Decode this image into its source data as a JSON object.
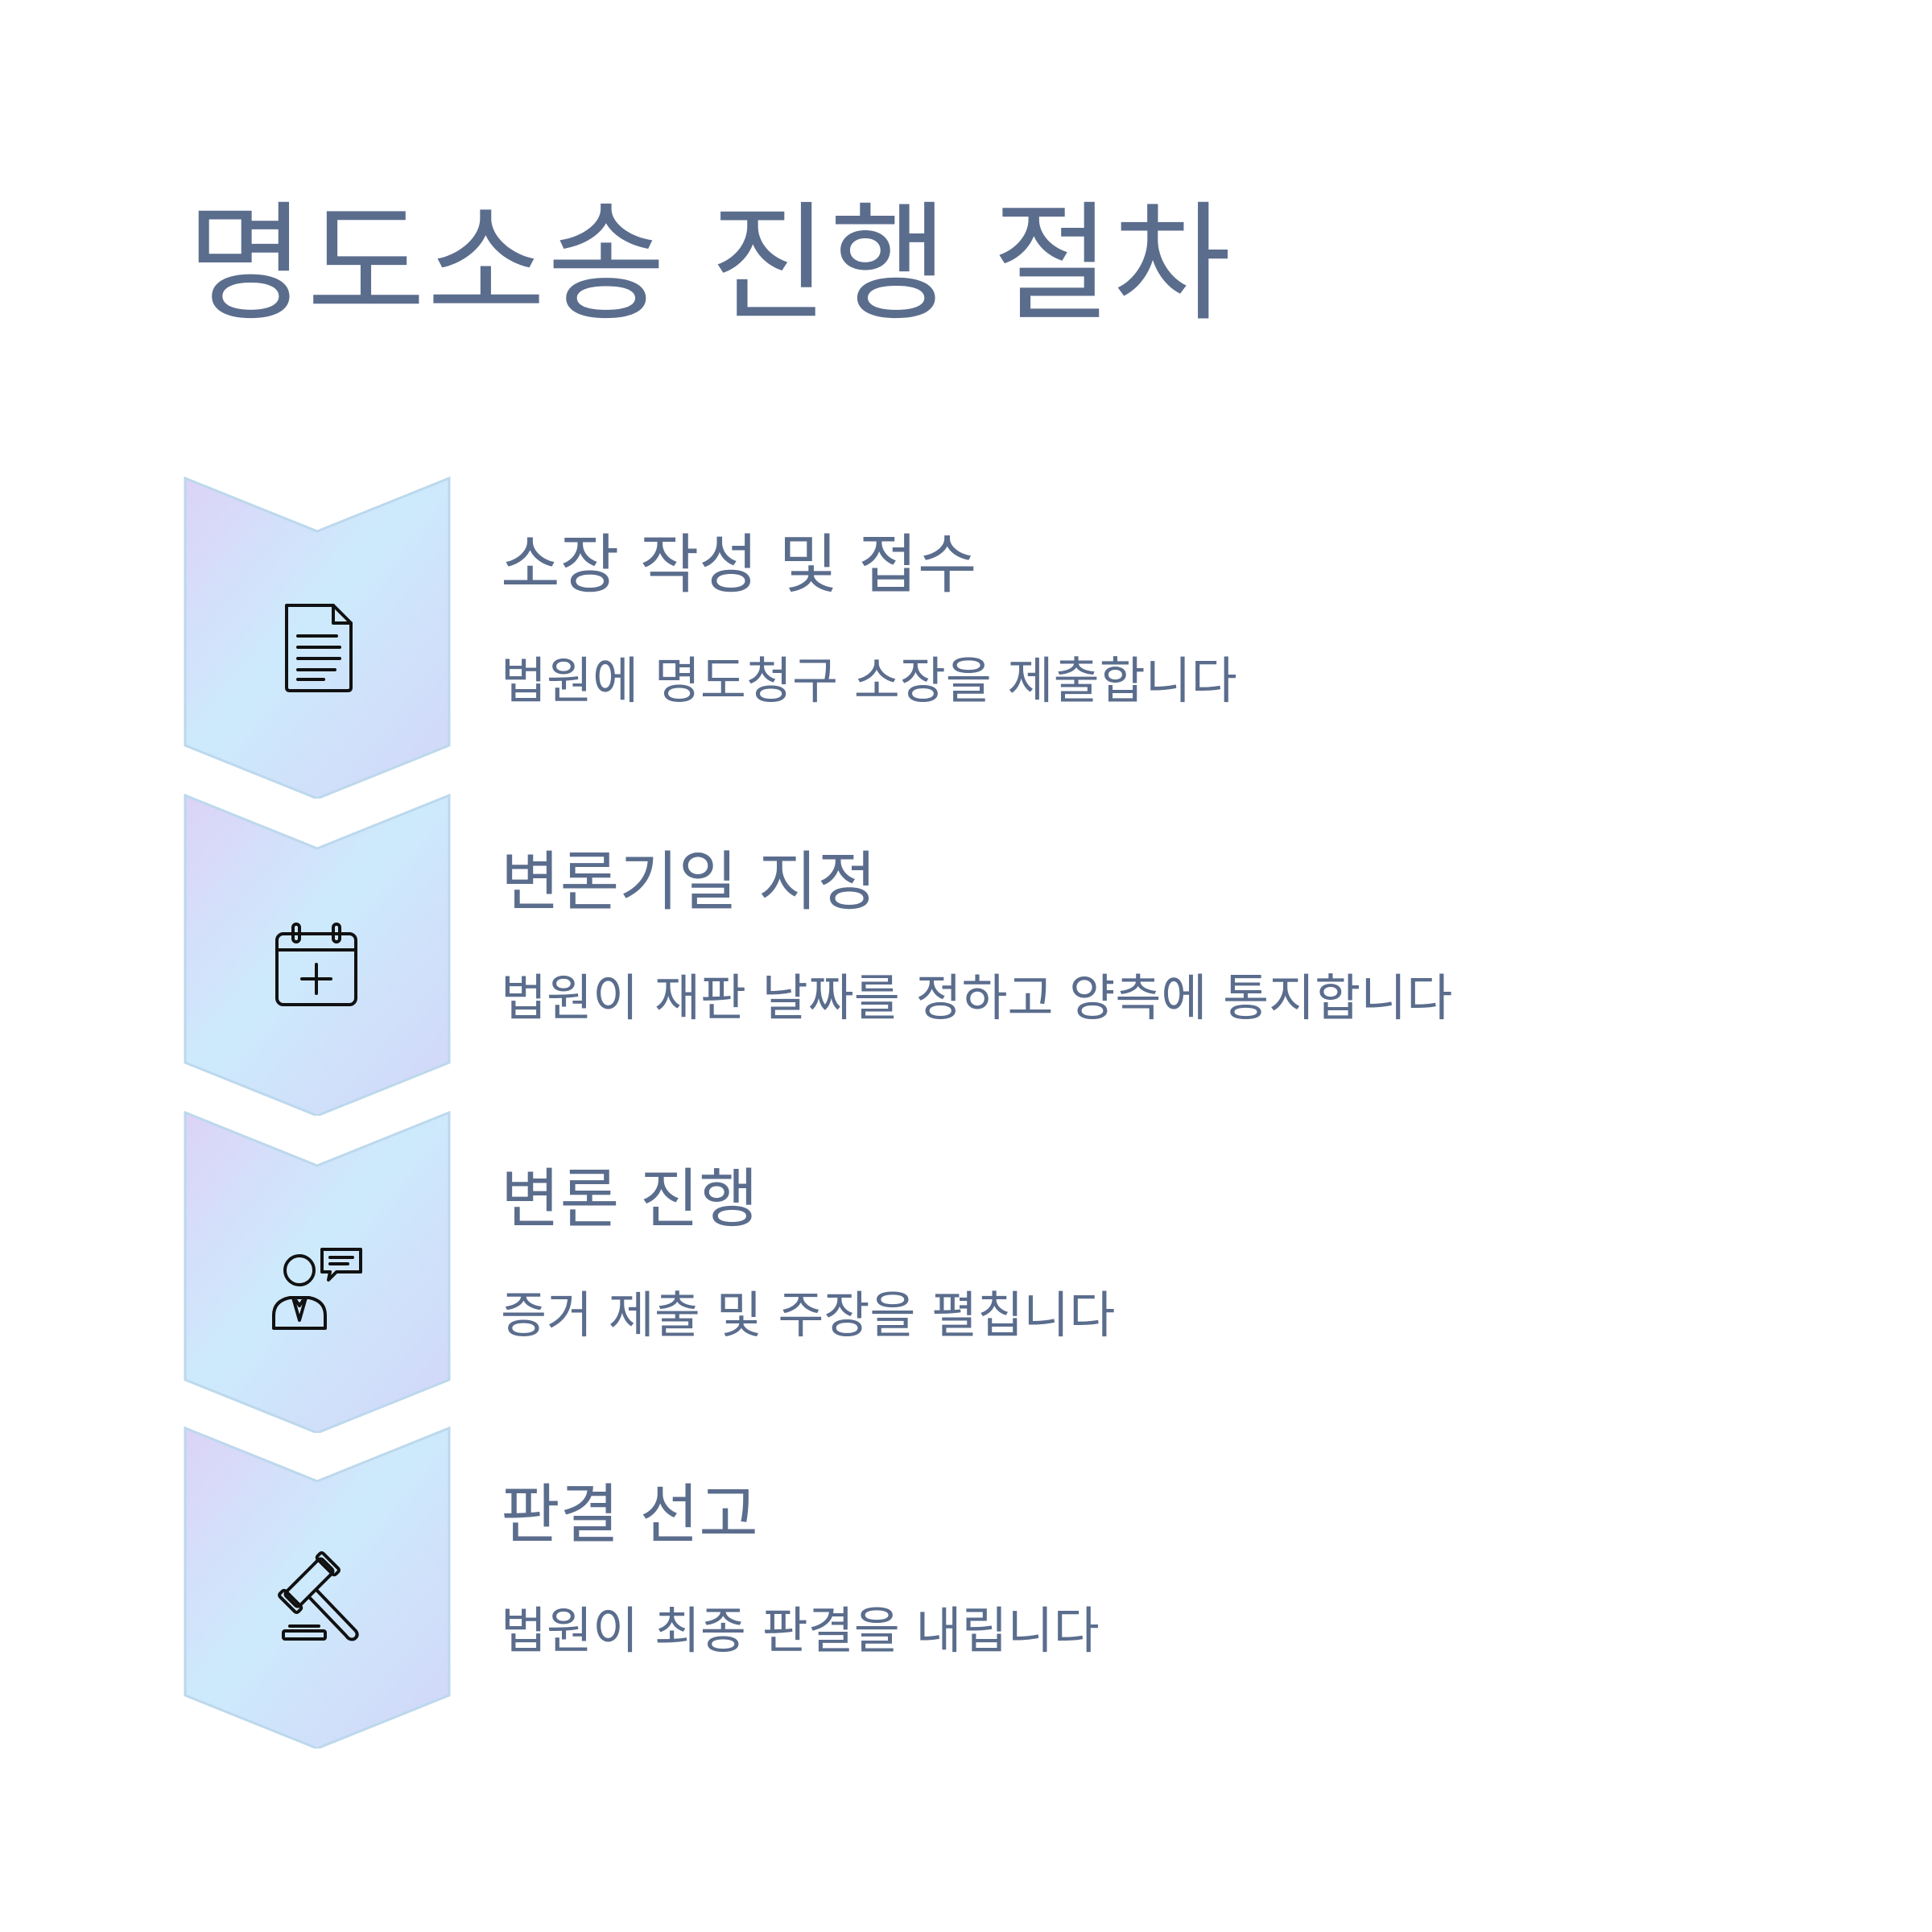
{
  "title": "명도소송 진행 절차",
  "colors": {
    "text": "#5b6d8d",
    "chevron_fill_start": "#dcd3f7",
    "chevron_fill_mid": "#cdeafc",
    "chevron_fill_end": "#d2d8f8",
    "chevron_stroke": "#bcd8ec",
    "icon": "#111111"
  },
  "steps": [
    {
      "heading": "소장 작성 및 접수",
      "description": "법원에 명도청구 소장을 제출합니다",
      "icon": "document-icon"
    },
    {
      "heading": "변론기일 지정",
      "description": "법원이 재판 날짜를 정하고 양측에 통지합니다",
      "icon": "calendar-add-icon"
    },
    {
      "heading": "변론 진행",
      "description": "증거 제출 및 주장을 펼칩니다",
      "icon": "speaker-person-icon"
    },
    {
      "heading": "판결 선고",
      "description": "법원이 최종 판결을 내립니다",
      "icon": "gavel-icon"
    }
  ]
}
